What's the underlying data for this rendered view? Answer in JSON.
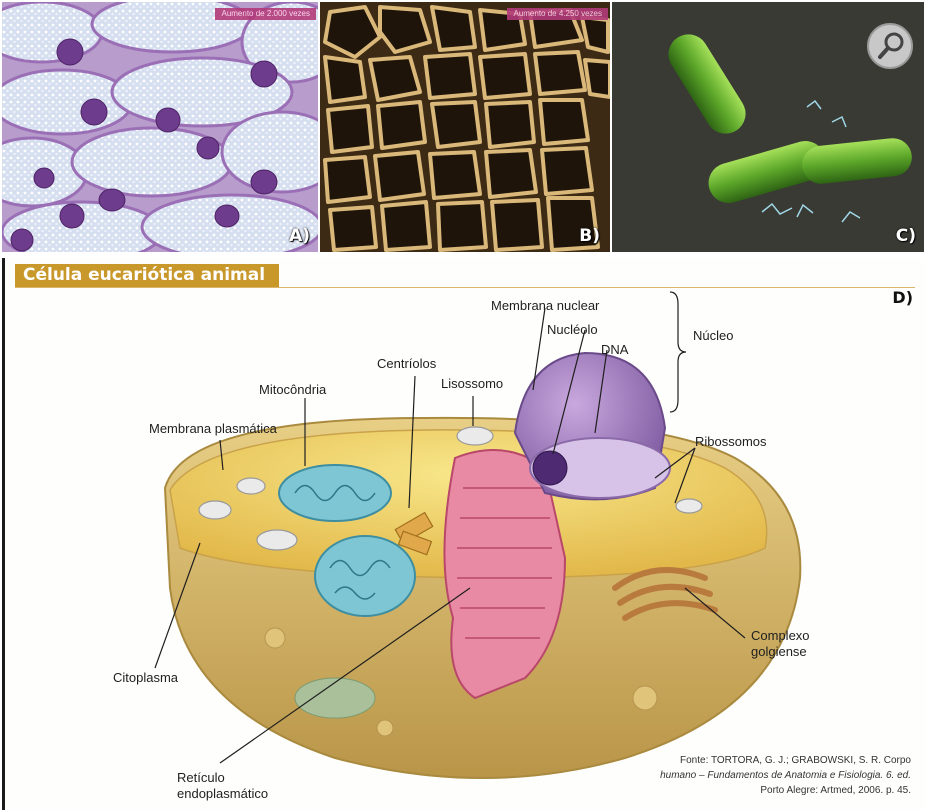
{
  "panels": {
    "a": {
      "letter": "A)",
      "scale_label": "Aumento de 2.000 vezes"
    },
    "b": {
      "letter": "B)",
      "scale_label": "Aumento de 4.250 vezes"
    },
    "c": {
      "letter": "C)"
    }
  },
  "diagram": {
    "title": "Célula eucariótica animal",
    "letter": "D)",
    "labels": {
      "membrana_nuclear": "Membrana nuclear",
      "nucleolo": "Nucléolo",
      "dna": "DNA",
      "nucleo": "Núcleo",
      "centriolos": "Centríolos",
      "lisossomo": "Lisossomo",
      "mitocondria": "Mitocôndria",
      "membrana_plasmatica": "Membrana plasmática",
      "ribossomos": "Ribossomos",
      "complexo_l1": "Complexo",
      "complexo_l2": "golgiense",
      "citoplasma": "Citoplasma",
      "reticulo_l1": "Retículo",
      "reticulo_l2": "endoplasmático"
    },
    "source": {
      "line1": "Fonte: TORTORA, G. J.; GRABOWSKI, S. R. Corpo",
      "line2": "humano – Fundamentos de Anatomia e Fisiologia. 6. ed.",
      "line3": "Porto Alegre: Artmed, 2006. p. 45."
    }
  }
}
